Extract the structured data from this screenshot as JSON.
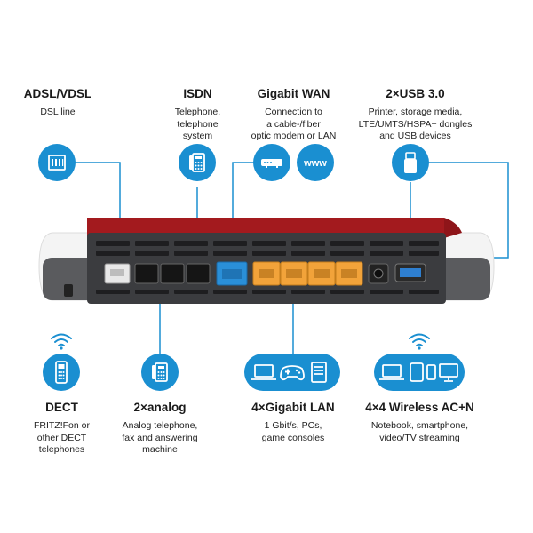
{
  "top": {
    "adsl": {
      "title": "ADSL/VDSL",
      "desc": [
        "DSL line"
      ]
    },
    "isdn": {
      "title": "ISDN",
      "desc": [
        "Telephone,",
        "telephone",
        "system"
      ]
    },
    "wan": {
      "title": "Gigabit WAN",
      "desc": [
        "Connection to",
        "a cable-/fiber",
        "optic modem or LAN"
      ]
    },
    "usb": {
      "title": "2×USB 3.0",
      "desc": [
        "Printer, storage media,",
        "LTE/UMTS/HSPA+ dongles",
        "and USB devices"
      ]
    }
  },
  "bottom": {
    "dect": {
      "title": "DECT",
      "desc": [
        "FRITZ!Fon or",
        "other DECT",
        "telephones"
      ]
    },
    "analog": {
      "title": "2×analog",
      "desc": [
        "Analog telephone,",
        "fax and answering",
        "machine"
      ]
    },
    "lan": {
      "title": "4×Gigabit LAN",
      "desc": [
        "1 Gbit/s, PCs,",
        "game consoles"
      ]
    },
    "wlan": {
      "title": "4×4 Wireless AC+N",
      "desc": [
        "Notebook, smartphone,",
        "video/TV streaming"
      ]
    }
  },
  "icons": {
    "www_text": "www",
    "names": [
      "dsl-port-icon",
      "isdn-phone-icon",
      "modem-icon",
      "www-icon",
      "usb-stick-icon",
      "wifi-icon",
      "dect-phone-icon",
      "analog-phone-icon",
      "laptop-icon",
      "gamepad-icon",
      "pc-tower-icon",
      "tablet-icon",
      "smartphone-icon",
      "monitor-icon"
    ]
  },
  "colors": {
    "accent": "#1a8fd1",
    "router_red": "#a31a1e",
    "router_body": "#4a4a4c",
    "lan_port": "#f2a33a",
    "wan_port": "#2a8fd8"
  }
}
